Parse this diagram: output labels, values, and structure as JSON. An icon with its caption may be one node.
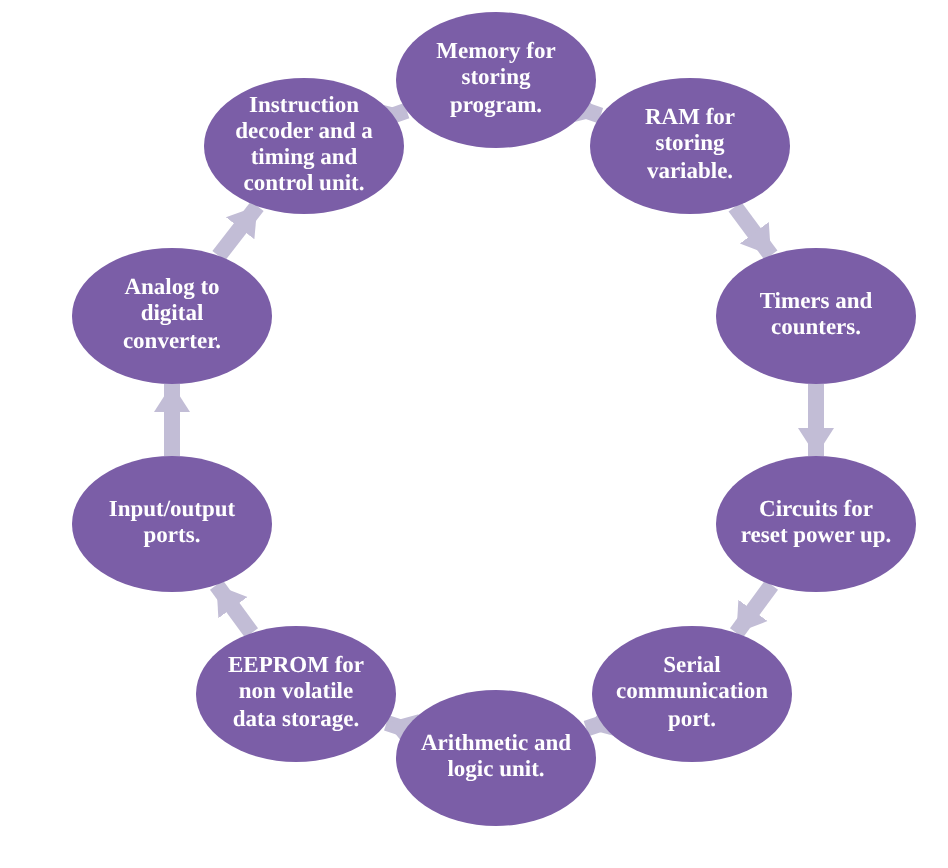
{
  "diagram": {
    "nodes": [
      {
        "text": [
          "Memory for storing program."
        ]
      },
      {
        "text": [
          "RAM for storing variable."
        ]
      },
      {
        "text": [
          "Timers and counters."
        ]
      },
      {
        "text": [
          "Circuits for reset power up."
        ]
      },
      {
        "text": [
          "Serial communication port."
        ]
      },
      {
        "text": [
          "Arithmetic and logic unit."
        ]
      },
      {
        "text": [
          "EEPROM for non volatile data storage."
        ]
      },
      {
        "text": [
          "Input/output ports."
        ]
      },
      {
        "text": [
          "Analog to digital converter."
        ]
      },
      {
        "text": [
          "Instruction decoder and a timing and control unit."
        ]
      }
    ],
    "edges": [
      {
        "from": 0,
        "to": 1,
        "arrow": "to"
      },
      {
        "from": 1,
        "to": 2,
        "arrow": "to"
      },
      {
        "from": 2,
        "to": 3,
        "arrow": "to"
      },
      {
        "from": 3,
        "to": 4,
        "arrow": "to"
      },
      {
        "from": 4,
        "to": 5,
        "arrow": "to"
      },
      {
        "from": 5,
        "to": 6,
        "arrow": "to"
      },
      {
        "from": 6,
        "to": 7,
        "arrow": "to"
      },
      {
        "from": 7,
        "to": 8,
        "arrow": "to"
      },
      {
        "from": 8,
        "to": 9,
        "arrow": "to"
      },
      {
        "from": 9,
        "to": 0,
        "arrow": "to"
      }
    ]
  }
}
